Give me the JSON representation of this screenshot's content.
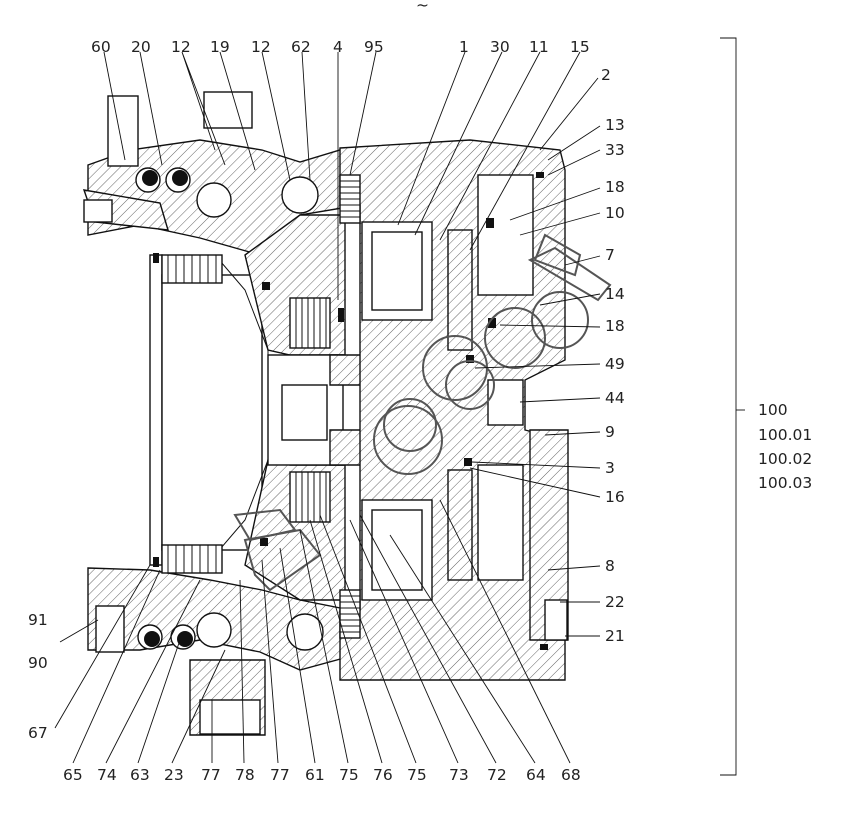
{
  "top_mark": "~",
  "labels": {
    "top": [
      "60",
      "20",
      "12",
      "19",
      "12",
      "62",
      "4",
      "95",
      "1",
      "30",
      "11",
      "15"
    ],
    "right_side": [
      "2",
      "13",
      "33",
      "18",
      "10",
      "7",
      "14",
      "18",
      "49",
      "44",
      "9",
      "3",
      "16",
      "8",
      "22",
      "21"
    ],
    "left_side": [
      "91",
      "90",
      "67"
    ],
    "bottom": [
      "65",
      "74",
      "63",
      "23",
      "77",
      "78",
      "77",
      "61",
      "75",
      "76",
      "75",
      "73",
      "72",
      "64",
      "68"
    ],
    "assembly": [
      "100",
      "100.01",
      "100.02",
      "100.03"
    ]
  }
}
